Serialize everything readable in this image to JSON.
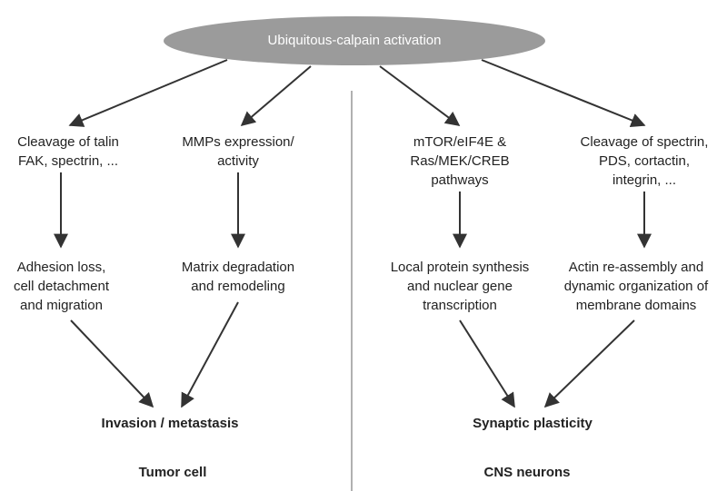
{
  "root": {
    "label": "Ubiquitous-calpain activation"
  },
  "level1": {
    "talin": [
      "Cleavage of talin",
      "FAK, spectrin, ..."
    ],
    "mmps": [
      "MMPs expression/",
      "activity"
    ],
    "mtor": [
      "mTOR/eIF4E &",
      "Ras/MEK/CREB",
      "pathways"
    ],
    "spectrin": [
      "Cleavage of spectrin,",
      "PDS, cortactin,",
      "integrin, ..."
    ]
  },
  "level2": {
    "adhesion": [
      "Adhesion loss,",
      "cell detachment",
      "and migration"
    ],
    "matrix": [
      "Matrix degradation",
      "and remodeling"
    ],
    "protein": [
      "Local protein synthesis",
      "and nuclear gene",
      "transcription"
    ],
    "actin": [
      "Actin re-assembly and",
      "dynamic organization of",
      "membrane domains"
    ]
  },
  "outcomes": {
    "left": "Invasion / metastasis",
    "right": "Synaptic plasticity"
  },
  "panels": {
    "left": "Tumor cell",
    "right": "CNS neurons"
  },
  "colors": {
    "ellipse": "#9b9b9b",
    "arrow": "#333333",
    "divider": "#b0b0b0",
    "text": "#222222"
  }
}
